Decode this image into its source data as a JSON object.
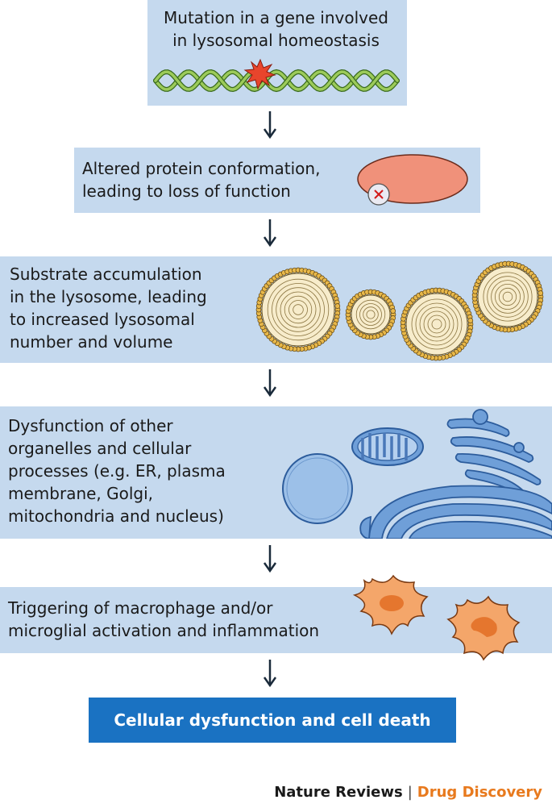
{
  "steps": [
    {
      "text": "Mutation in a gene involved\nin lysosomal homeostasis"
    },
    {
      "text": "Altered protein conformation,\nleading to loss of function"
    },
    {
      "text": "Substrate accumulation\nin the lysosome, leading\nto increased lysosomal\nnumber and volume"
    },
    {
      "text": "Dysfunction of other\norganelles and cellular\nprocesses (e.g. ER, plasma\nmembrane, Golgi,\nmitochondria and nucleus)"
    },
    {
      "text": "Triggering of macrophage and/or\nmicroglial activation and inflammation"
    }
  ],
  "final": {
    "text": "Cellular dysfunction and cell death"
  },
  "credit": {
    "journal": "Nature Reviews",
    "section": "Drug Discovery"
  },
  "colors": {
    "box": "#c5d9ee",
    "final": "#1a72c2",
    "accent": "#e87a1e"
  }
}
